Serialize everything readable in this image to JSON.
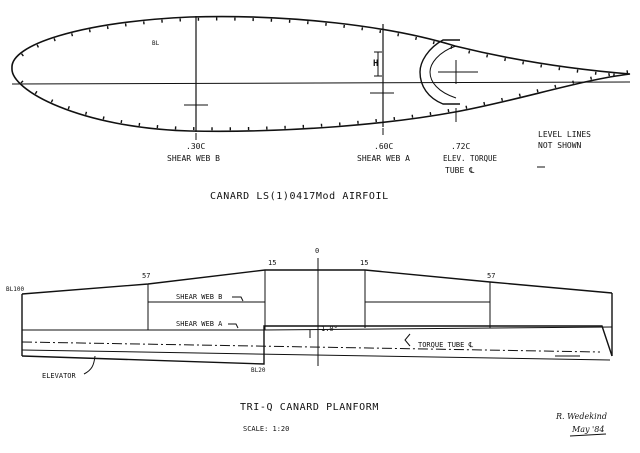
{
  "airfoil": {
    "title": "CANARD LS(1)0417Mod AIRFOIL",
    "stations": [
      {
        "pos": ".30C",
        "label": "SHEAR WEB B"
      },
      {
        "pos": ".60C",
        "label": "SHEAR WEB A"
      },
      {
        "pos": ".72C",
        "label": "ELEV. TORQUE TUBE ℄"
      }
    ],
    "note": "LEVEL LINES NOT SHOWN",
    "bl_mark": "BL",
    "h_mark": "H"
  },
  "planform": {
    "title": "TRI-Q CANARD PLANFORM",
    "scale": "SCALE: 1:20",
    "center_mark": "0",
    "station_marks": [
      "57",
      "15",
      "15",
      "57"
    ],
    "bl_tip": "BL100",
    "bl_root": "BL20",
    "shear_web_b": "SHEAR WEB B",
    "shear_web_a": "SHEAR WEB A",
    "angle": "1.0°",
    "torque_tube": "TORQUE TUBE ℄",
    "elevator": "ELEVATOR"
  },
  "signature": {
    "name": "R. Wedekind",
    "date": "May '84"
  }
}
